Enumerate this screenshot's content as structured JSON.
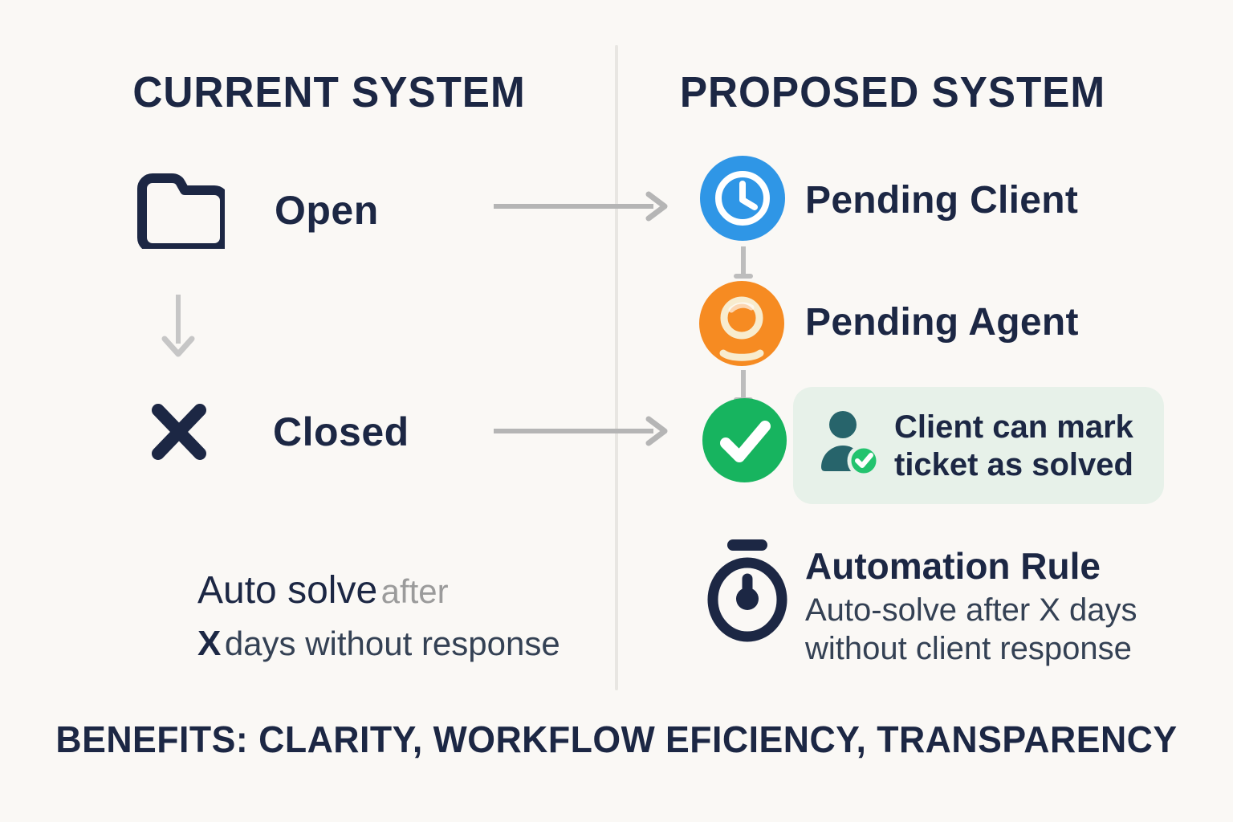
{
  "colors": {
    "bg": "#faf8f5",
    "navy": "#1c2744",
    "slate": "#344154",
    "muted": "#9b9b9b",
    "arrow-gray": "#b5b5b5",
    "arrow-light": "#c6c6c6",
    "connector-gray": "#bdbdbd",
    "divider": "#e8e6e2",
    "blue": "#2f96e6",
    "orange": "#f68b22",
    "green": "#17b45f",
    "green-box": "#e7f1e9",
    "teal": "#27646b",
    "badge-green": "#23c36e",
    "cream": "#f8ecce"
  },
  "left": {
    "title": "CURRENT SYSTEM",
    "open_label": "Open",
    "closed_label": "Closed",
    "auto_solve": {
      "line1_main": "Auto solve",
      "line1_after": "after",
      "line2_x": "X",
      "line2_rest": "days without response"
    }
  },
  "right": {
    "title": "PROPOSED SYSTEM",
    "pending_client_label": "Pending Client",
    "pending_agent_label": "Pending Agent",
    "solved_note": {
      "line1": "Client can mark",
      "line2": "ticket as solved"
    },
    "automation": {
      "title": "Automation Rule",
      "line1": "Auto-solve after X days",
      "line2": "without client response"
    }
  },
  "footer": {
    "benefits": "BENEFITS: CLARITY, WORKFLOW EFICIENCY, TRANSPARENCY"
  },
  "icons": {
    "folder-icon": "open folder outline",
    "close-icon": "x cross",
    "arrow-down-icon": "gray down arrow",
    "arrow-right-icon": "gray right arrow",
    "connector-icon": "gray vertical connector",
    "clock-icon": "clock in blue circle",
    "agent-icon": "support agent bust in orange circle",
    "check-icon": "white checkmark in green circle",
    "user-check-icon": "person with green check badge",
    "stopwatch-icon": "stopwatch timer"
  }
}
